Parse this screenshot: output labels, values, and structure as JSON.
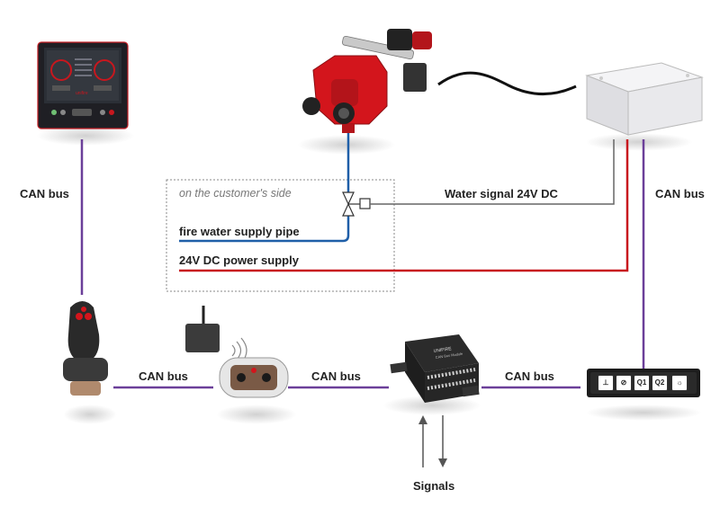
{
  "labels": {
    "can_bus_display": "CAN bus",
    "can_bus_joystick_radio": "CAN bus",
    "can_bus_radio_module": "CAN bus",
    "can_bus_module_panel": "CAN bus",
    "can_bus_panel_box": "CAN bus",
    "customer_side": "on the customer's side",
    "water_signal": "Water signal 24V DC",
    "fire_water_pipe": "fire water supply pipe",
    "power_supply": "24V DC power supply",
    "signals": "Signals"
  },
  "devices": {
    "display": {
      "brand": "unifire"
    },
    "control_module": {
      "brand": "UNIFIRE",
      "text": "CAN Bus Module"
    }
  },
  "panel_buttons": [
    "⊥",
    "⊘",
    "Q1",
    "Q2",
    "☼"
  ],
  "colors": {
    "can_bus": "#6b3f99",
    "water_pipe": "#1f5fa8",
    "power": "#c8171e",
    "signal": "#666666",
    "monitor_red": "#d3151c"
  }
}
